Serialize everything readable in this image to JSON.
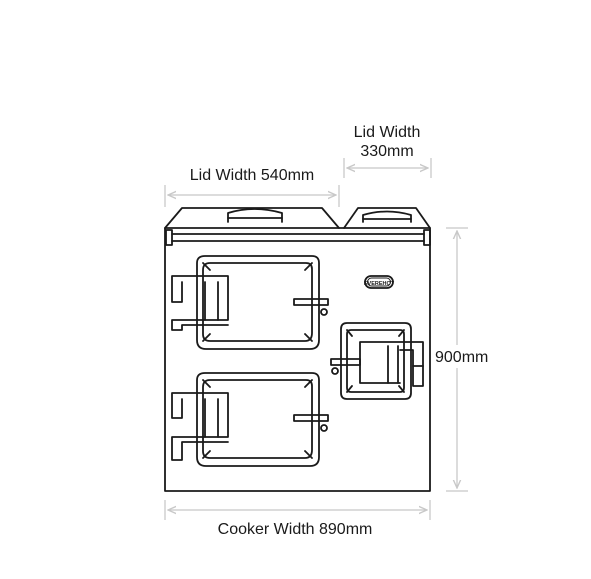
{
  "labels": {
    "lid_width_small_line1": "Lid Width",
    "lid_width_small_line2": "330mm",
    "lid_width_large": "Lid Width 540mm",
    "height": "900mm",
    "cooker_width": "Cooker Width 890mm"
  },
  "badge": {
    "text": "EVEREHOT"
  },
  "colors": {
    "outline": "#1a1a1a",
    "dimension_line": "#c8c8c8",
    "background": "#ffffff"
  }
}
